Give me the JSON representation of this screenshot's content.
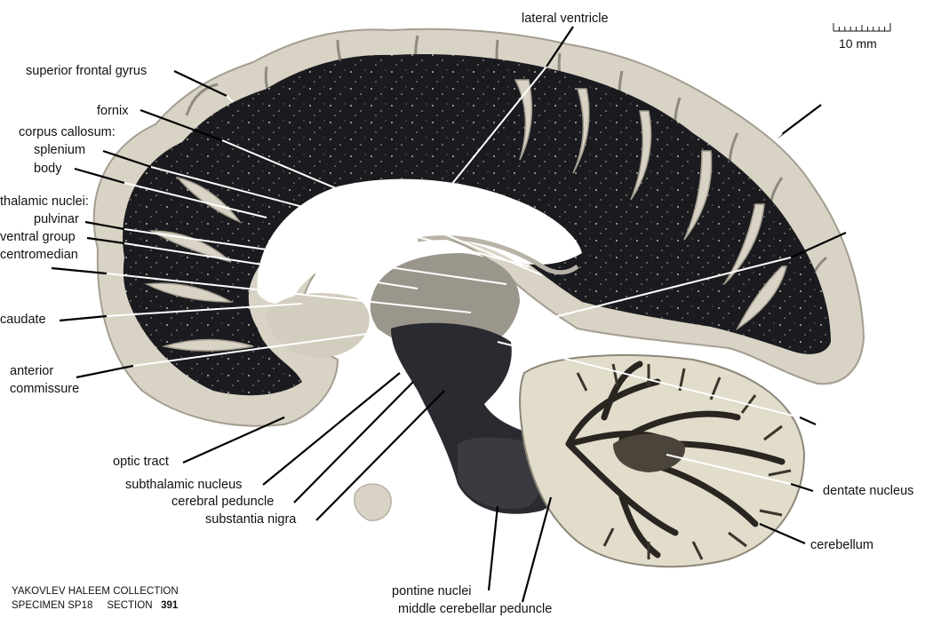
{
  "figure": {
    "scale_bar_label": "10 mm",
    "footer": {
      "collection": "YAKOVLEV HALEEM COLLECTION",
      "specimen": "SPECIMEN SP18",
      "section_label": "SECTION",
      "section_number": "391"
    }
  },
  "labels": {
    "lateral_ventricle": "lateral ventricle",
    "superior_frontal_gyrus": "superior frontal gyrus",
    "fornix": "fornix",
    "corpus_callosum": "corpus callosum:",
    "splenium": "splenium",
    "body": "body",
    "thalamic_nuclei": "thalamic nuclei:",
    "pulvinar": "pulvinar",
    "ventral_group": "ventral group",
    "centromedian": "centromedian",
    "caudate": "caudate",
    "anterior": "anterior",
    "commissure": "commissure",
    "optic_tract": "optic tract",
    "subthalamic_nucleus": "subthalamic nucleus",
    "cerebral_peduncle": "cerebral peduncle",
    "substantia_nigra": "substantia nigra",
    "pontine_nuclei": "pontine nuclei",
    "middle_cerebellar_peduncle": "middle cerebellar peduncle",
    "dentate_nucleus": "dentate nucleus",
    "cerebellum": "cerebellum"
  },
  "colors": {
    "white_matter_stain": "#1b1b1f",
    "gray_matter": "#d8d3c5",
    "cortex_edge": "#a49e90",
    "background": "#ffffff",
    "leader_line_dark": "#000000",
    "leader_line_light": "#ffffff"
  }
}
